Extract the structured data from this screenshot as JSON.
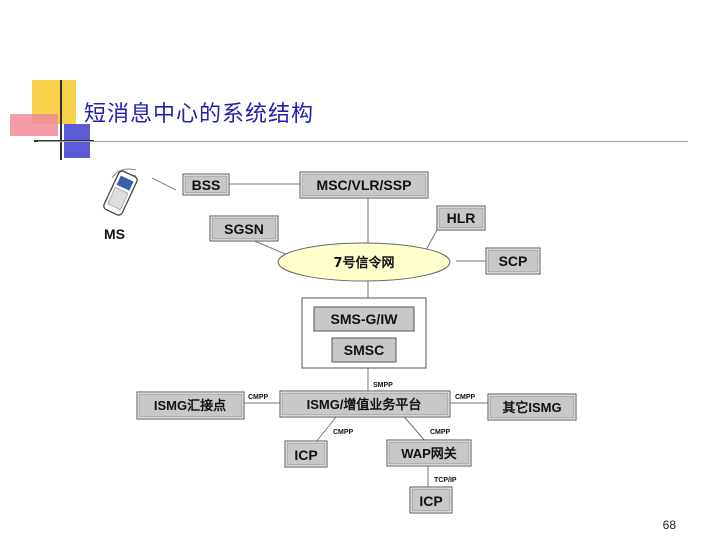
{
  "slide": {
    "title": "短消息中心的系统结构",
    "page_number": "68"
  },
  "diagram": {
    "ms_label": "MS",
    "bss": "BSS",
    "msc": "MSC/VLR/SSP",
    "sgsn": "SGSN",
    "hlr": "HLR",
    "scp": "SCP",
    "ss7": "7号信令网",
    "smsg": "SMS-G/IW",
    "smsc": "SMSC",
    "smpp": "SMPP",
    "ismg_agg": "ISMG汇接点",
    "ismg_main": "ISMG/增值业务平台",
    "ismg_other": "其它ISMG",
    "cmpp_left": "CMPP",
    "cmpp_right": "CMPP",
    "cmpp_icp": "CMPP",
    "cmpp_wap": "CMPP",
    "icp1": "ICP",
    "wap": "WAP网关",
    "tcpip": "TCP/IP",
    "icp2": "ICP"
  },
  "colors": {
    "title": "#1f1fb0",
    "box_fill": "#c8c8c8",
    "ellipse_fill": "#ffffcc"
  }
}
